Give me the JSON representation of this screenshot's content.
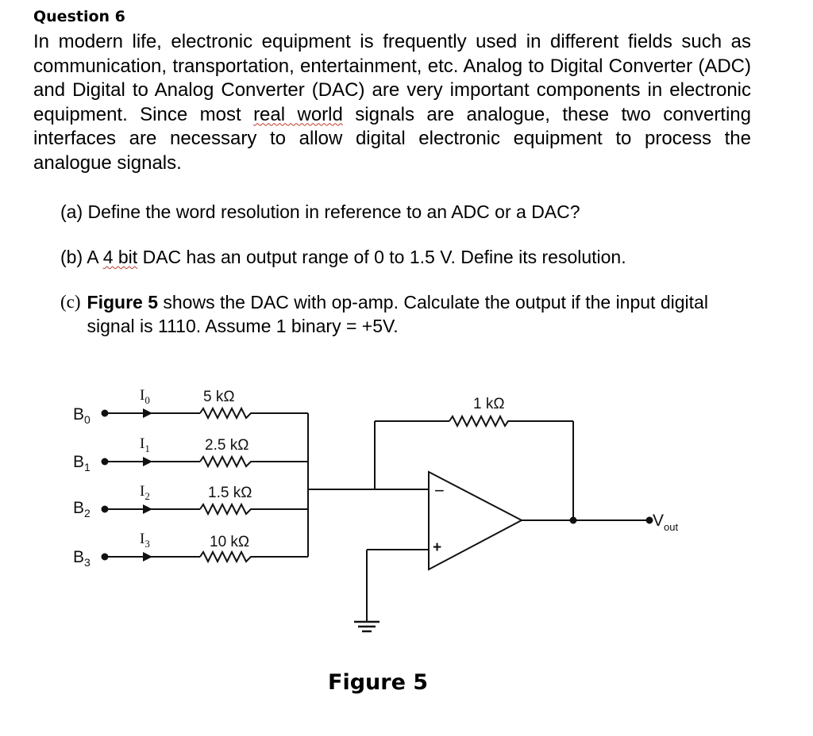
{
  "question": {
    "title": "Question 6",
    "intro_a": "In modern life, electronic equipment is frequently used in different fields such as communication, transportation, entertainment, etc. Analog to Digital Converter (ADC) and Digital to Analog Converter (DAC) are very important components in electronic equipment. Since most ",
    "intro_squiggle": "real world",
    "intro_b": " signals are analogue, these two converting interfaces are necessary to allow digital electronic equipment to process the analogue signals.",
    "part_a": "(a) Define the word resolution in reference to an ADC or a DAC?",
    "part_b_pre": "(b) A ",
    "part_b_squiggle": "4 bit",
    "part_b_post": " DAC has an output range of 0 to 1.5 V. Define its resolution.",
    "part_c_label": "(c)",
    "part_c_bold": "Figure 5",
    "part_c_text": " shows the DAC with op-amp. Calculate the output if the input digital signal is 1110. Assume 1 binary = +5V."
  },
  "figure": {
    "inputs": [
      "B0",
      "B1",
      "B2",
      "B3"
    ],
    "currents": [
      "I0",
      "I1",
      "I2",
      "I3"
    ],
    "resistors": [
      "5 kΩ",
      "2.5 kΩ",
      "1.5 kΩ",
      "10 kΩ"
    ],
    "feedback_resistor": "1 kΩ",
    "inverting_sign": "−",
    "noninverting_sign": "+",
    "output_label": "V",
    "output_sub": "out",
    "caption": "Figure 5"
  }
}
